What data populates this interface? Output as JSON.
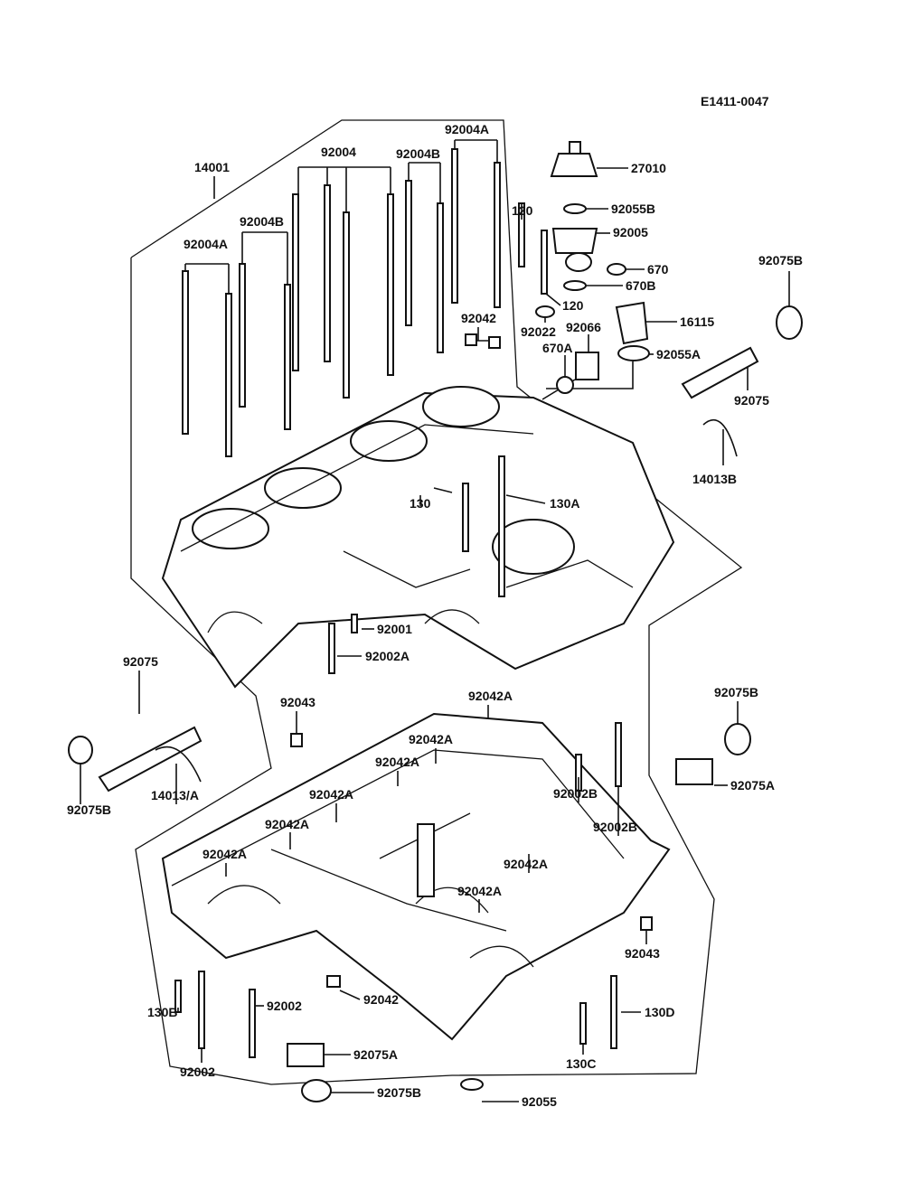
{
  "diagram": {
    "drawing_code": "E1411-0047",
    "callouts": [
      {
        "text": "14001"
      },
      {
        "text": "92004"
      },
      {
        "text": "92004B"
      },
      {
        "text": "92004A"
      },
      {
        "text": "92004B"
      },
      {
        "text": "92004A"
      },
      {
        "text": "120"
      },
      {
        "text": "27010"
      },
      {
        "text": "92055B"
      },
      {
        "text": "92005"
      },
      {
        "text": "670"
      },
      {
        "text": "670B"
      },
      {
        "text": "120"
      },
      {
        "text": "92042"
      },
      {
        "text": "92022"
      },
      {
        "text": "92066"
      },
      {
        "text": "16115"
      },
      {
        "text": "670A"
      },
      {
        "text": "92055A"
      },
      {
        "text": "92075B"
      },
      {
        "text": "92075"
      },
      {
        "text": "14013B"
      },
      {
        "text": "130"
      },
      {
        "text": "130A"
      },
      {
        "text": "92001"
      },
      {
        "text": "92002A"
      },
      {
        "text": "92075"
      },
      {
        "text": "92043"
      },
      {
        "text": "92042A"
      },
      {
        "text": "92075B"
      },
      {
        "text": "92042A"
      },
      {
        "text": "92042A"
      },
      {
        "text": "92042A"
      },
      {
        "text": "14013/A"
      },
      {
        "text": "92042A"
      },
      {
        "text": "92002B"
      },
      {
        "text": "92075A"
      },
      {
        "text": "92075B"
      },
      {
        "text": "92002B"
      },
      {
        "text": "92042A"
      },
      {
        "text": "92042A"
      },
      {
        "text": "92042A"
      },
      {
        "text": "92043"
      },
      {
        "text": "92042"
      },
      {
        "text": "92002"
      },
      {
        "text": "130B"
      },
      {
        "text": "130D"
      },
      {
        "text": "130C"
      },
      {
        "text": "92002"
      },
      {
        "text": "92075A"
      },
      {
        "text": "92075B"
      },
      {
        "text": "92055"
      }
    ]
  }
}
